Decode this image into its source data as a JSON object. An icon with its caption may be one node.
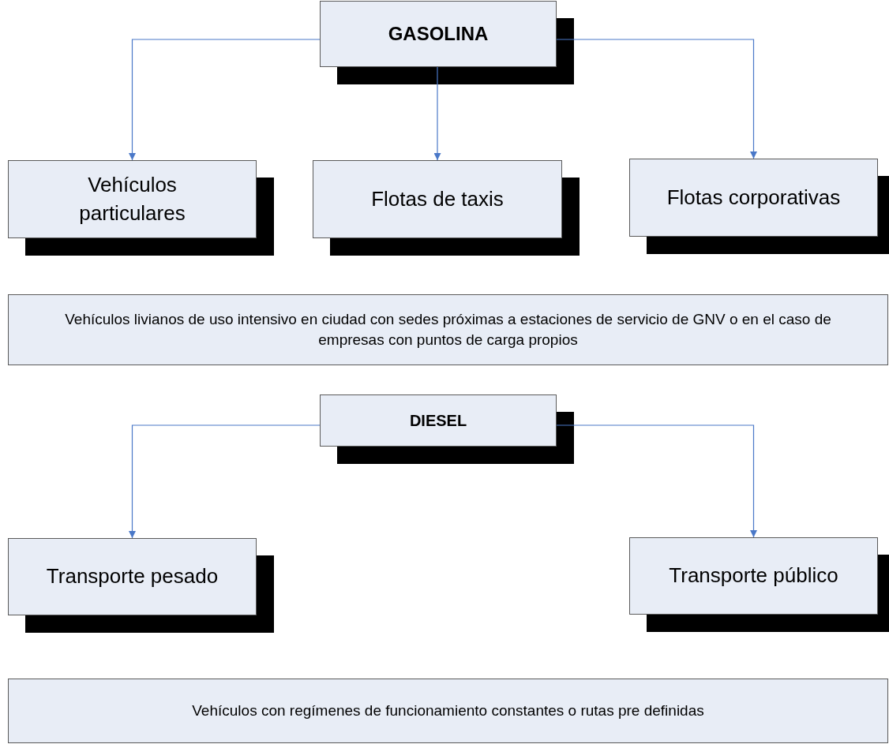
{
  "diagram": {
    "nodes": [
      {
        "text": [
          "GASOLINA"
        ]
      },
      {
        "text": [
          "Vehículos particulares"
        ]
      },
      {
        "text": [
          "Flotas de taxis"
        ]
      },
      {
        "text": [
          "Flotas corporativas"
        ]
      },
      {
        "text": [
          "Vehículos livianos de uso intensivo en ciudad con sedes próximas a estaciones de servicio de GNV o en el caso de empresas con puntos de carga propios"
        ]
      },
      {
        "text": [
          "DIESEL"
        ]
      },
      {
        "text": [
          "Transporte pesado"
        ]
      },
      {
        "text": [
          "Transporte público"
        ]
      },
      {
        "text": [
          "Vehículos con regímenes de funcionamiento constantes o rutas pre definidas"
        ]
      }
    ],
    "edges": [
      {
        "from": 0,
        "to": 1,
        "arrow": "to"
      },
      {
        "from": 0,
        "to": 2,
        "arrow": "to"
      },
      {
        "from": 0,
        "to": 3,
        "arrow": "to"
      },
      {
        "from": 5,
        "to": 6,
        "arrow": "to"
      },
      {
        "from": 5,
        "to": 7,
        "arrow": "to"
      }
    ]
  }
}
